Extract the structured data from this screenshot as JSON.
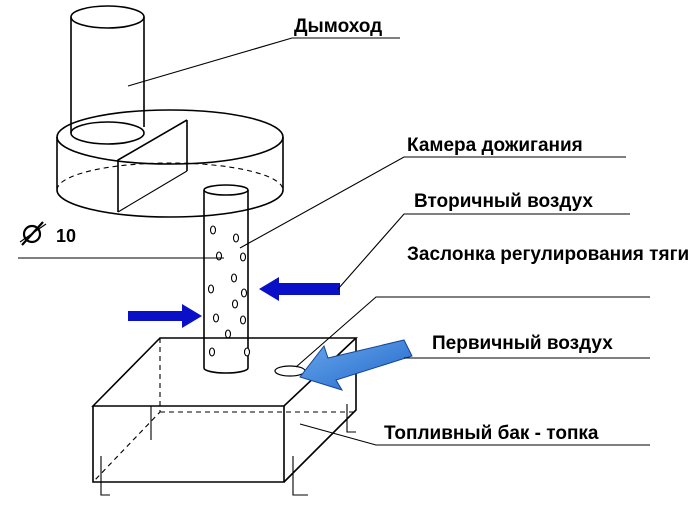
{
  "labels": {
    "chimney": "Дымоход",
    "afterburner": "Камера дожигания",
    "secondary_air": "Вторичный воздух",
    "hole_diameter": "10",
    "damper": "Заслонка регулирования тяги",
    "primary_air": "Первичный воздух",
    "fuel_tank": "Топливный бак - топка"
  },
  "colors": {
    "arrow_blue": "#0a10c8",
    "arrow_light_blue": "#2f7fd8"
  }
}
